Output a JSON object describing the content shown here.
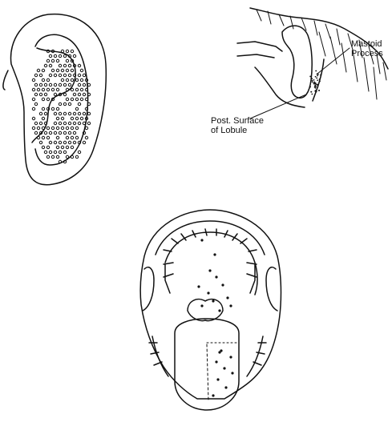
{
  "labels": {
    "mastoid_line1": "Mastoid",
    "mastoid_line2": "Process",
    "lobule_line1": "Post. Surface",
    "lobule_line2": "of Lobule"
  }
}
